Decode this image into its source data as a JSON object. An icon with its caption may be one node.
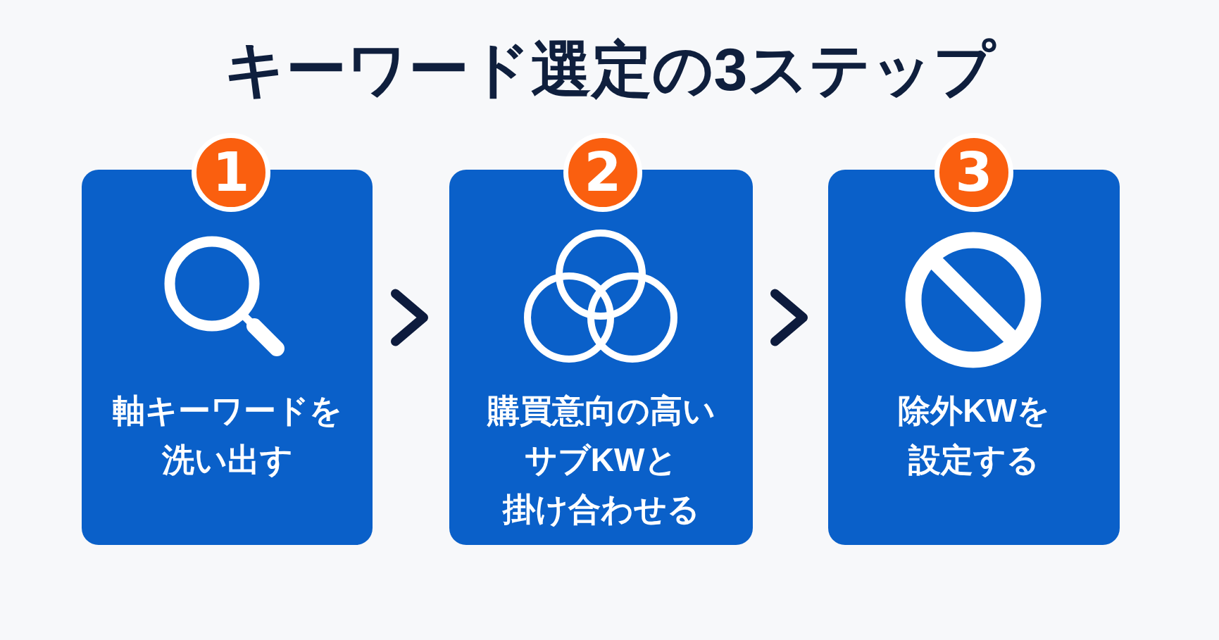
{
  "diagram": {
    "title": "キーワード選定の3ステップ",
    "nodes": [
      {
        "text": [
          "1"
        ]
      },
      {
        "text": [
          "軸キーワードを洗い出す"
        ]
      },
      {
        "text": [
          "2"
        ]
      },
      {
        "text": [
          "購買意向の高いサブKWと掛け合わせる"
        ]
      },
      {
        "text": [
          "3"
        ]
      },
      {
        "text": [
          "除外KWを設定する"
        ]
      }
    ],
    "edges": [
      {
        "from": 1,
        "to": 3,
        "arrow": "to"
      },
      {
        "from": 3,
        "to": 5,
        "arrow": "to"
      }
    ]
  }
}
